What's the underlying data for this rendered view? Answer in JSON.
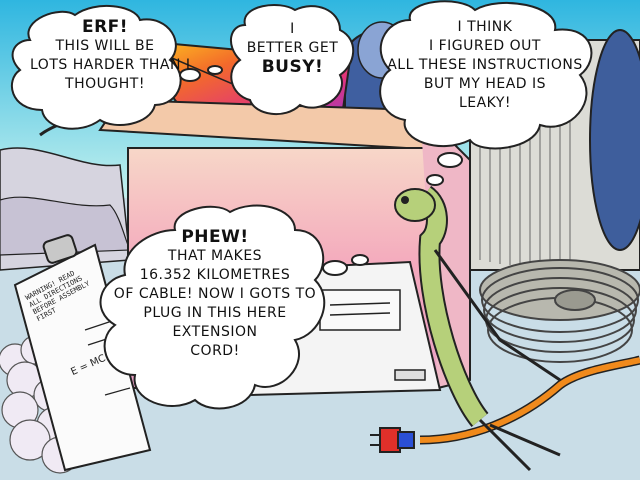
{
  "bubbles": {
    "erf": {
      "exclaim": "ERF!",
      "lines": [
        "THIS WILL BE",
        "LOTS HARDER THAN I",
        "THOUGHT!"
      ]
    },
    "busy": {
      "lines": [
        "I",
        "BETTER GET"
      ],
      "exclaim": "BUSY!"
    },
    "instructions": {
      "lines": [
        "I THINK",
        "I FIGURED OUT",
        "ALL THESE INSTRUCTIONS",
        "BUT MY HEAD IS",
        "LEAKY!"
      ]
    },
    "phew": {
      "exclaim": "PHEW!",
      "lines": [
        "THAT MAKES",
        "16.352 KILOMETRES",
        "OF CABLE! NOW I GOTS TO",
        "PLUG IN THIS HERE",
        "EXTENSION",
        "CORD!"
      ]
    }
  },
  "clipboard": {
    "lines": [
      "WARNING! READ",
      "ALL DIRECTIONS",
      "BEFORE ASSEMBLY",
      "FIRST"
    ],
    "formula": "E = MC"
  },
  "colors": {
    "sky_top": "#3ec6e6",
    "sky_bottom": "#bdeef0",
    "floor": "#c8dce6",
    "box": "#f4a6b8",
    "cable_orange": "#f08a1c",
    "plug_red": "#e0302a",
    "plug_blue": "#2a4fd6"
  }
}
